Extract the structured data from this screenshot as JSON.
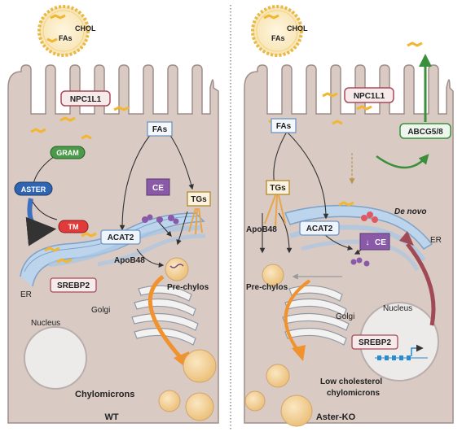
{
  "panels": {
    "wt": {
      "caption": "WT",
      "micelle_labels": [
        "CHOL",
        "FAs"
      ],
      "npc1l1": "NPC1L1",
      "fas": "FAs",
      "gram": "GRAM",
      "aster": "ASTER",
      "tm": "TM",
      "ce": "CE",
      "tgs": "TGs",
      "acat2": "ACAT2",
      "apob48": "ApoB48",
      "srebp2": "SREBP2",
      "er": "ER",
      "nucleus": "Nucleus",
      "golgi": "Golgi",
      "prechylos": "Pre-chylos",
      "chylomicrons": "Chylomicrons"
    },
    "ko": {
      "caption": "Aster-KO",
      "micelle_labels": [
        "CHOL",
        "FAs"
      ],
      "npc1l1": "NPC1L1",
      "fas": "FAs",
      "abcg": "ABCG5/8",
      "tgs": "TGs",
      "apob48": "ApoB48",
      "acat2": "ACAT2",
      "denovo": "De novo",
      "ce_arrow": "↓",
      "ce": "CE",
      "er": "ER",
      "nucleus": "Nucleus",
      "golgi": "Golgi",
      "prechylos": "Pre-chylos",
      "srebp2": "SREBP2",
      "lowchol": [
        "Low cholesterol",
        "chylomicrons"
      ]
    }
  },
  "colors": {
    "cell_fill": "#d9cac4",
    "cell_edge": "#a08d88",
    "er_blue": "#a9c6e4",
    "cholesterol": "#f2b632",
    "label_box": "#f6eaea",
    "gram_green": "#4a9a4a",
    "aster_blue": "#2f64b0",
    "tm_red": "#e03a3a",
    "ce_purple": "#8a5aa8",
    "arrow_orange": "#f0922d",
    "arrow_green": "#3b8f3b",
    "arrow_maroon": "#a04a55"
  }
}
